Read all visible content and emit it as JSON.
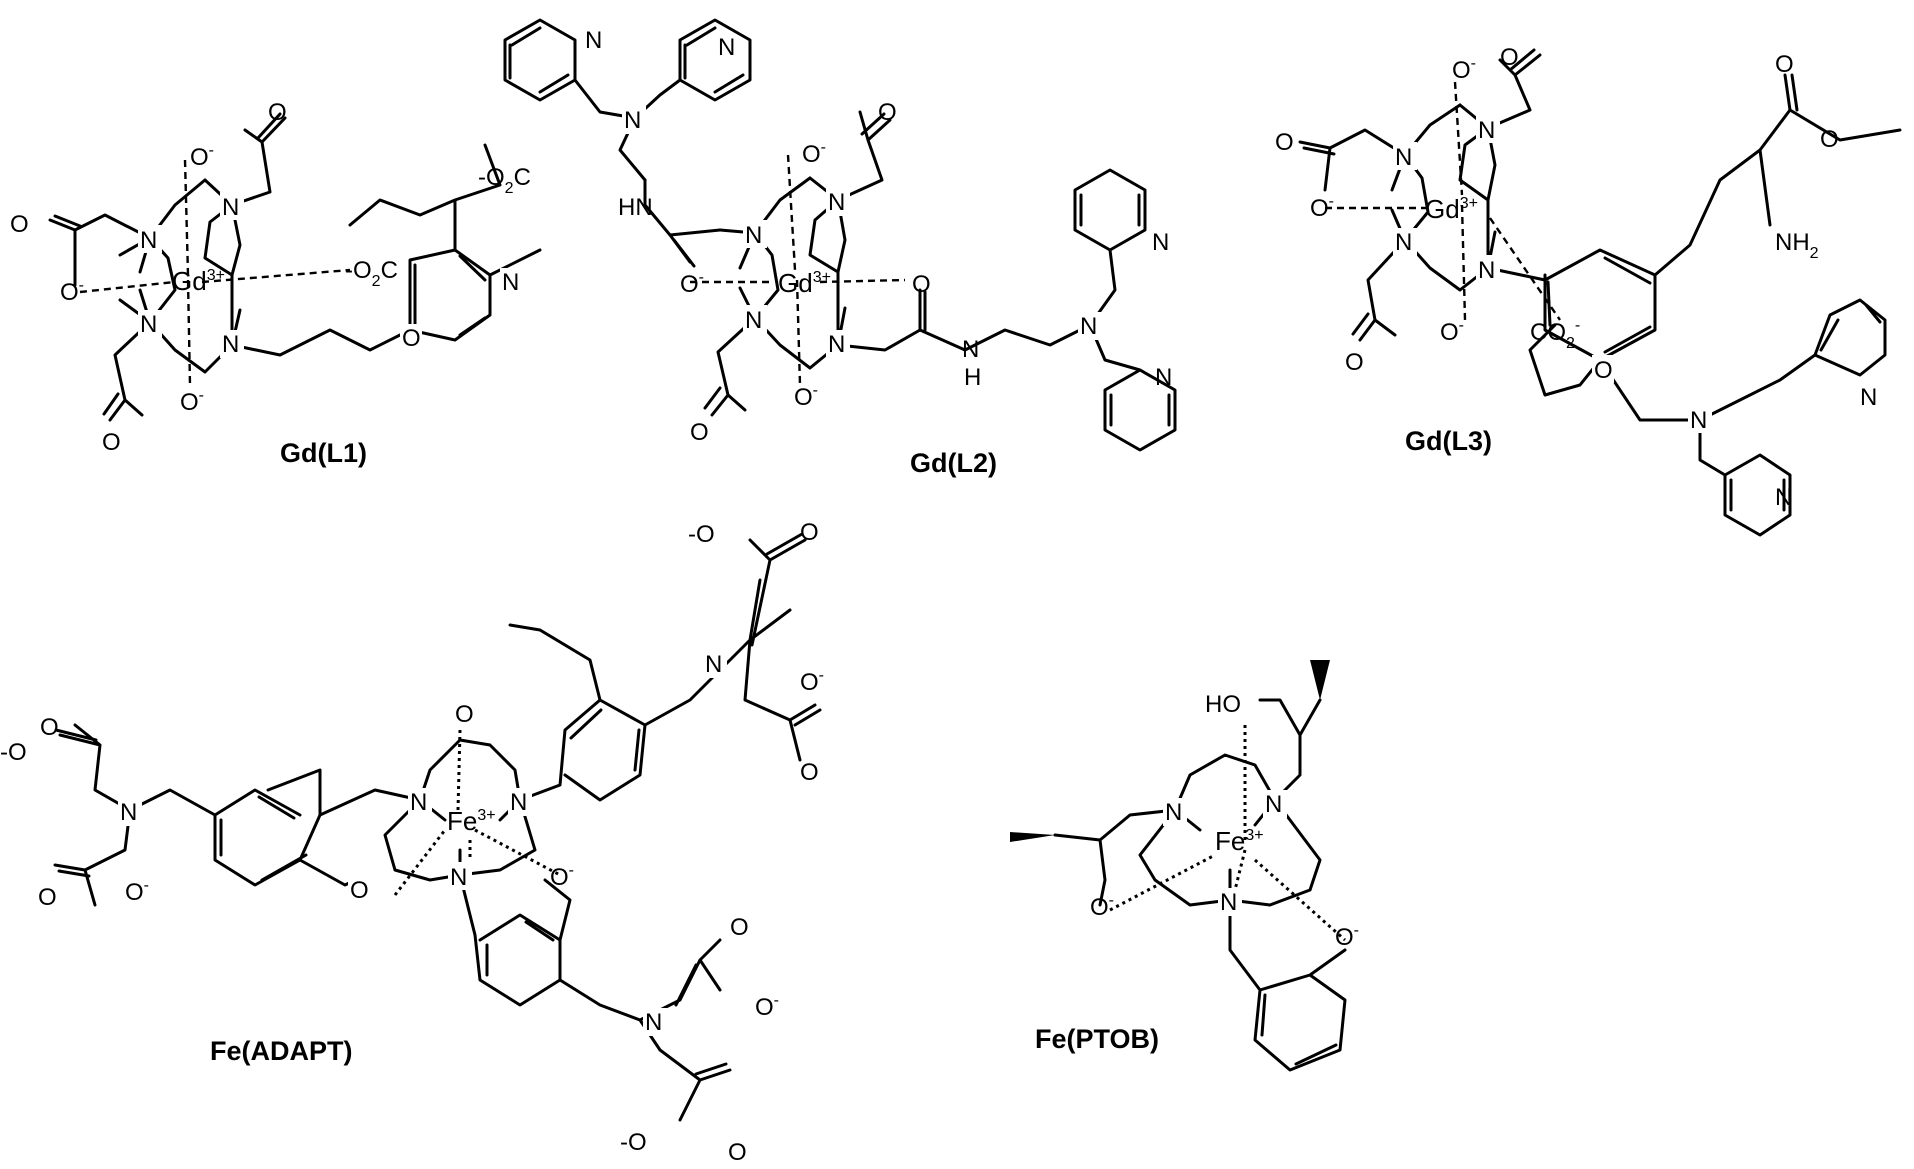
{
  "figure": {
    "background": "#ffffff",
    "ink": "#000000"
  },
  "compounds": [
    {
      "id": "gd-l1",
      "label": "Gd(L1)",
      "metal": "Gd",
      "charge": "3+"
    },
    {
      "id": "gd-l2",
      "label": "Gd(L2)",
      "metal": "Gd",
      "charge": "3+"
    },
    {
      "id": "gd-l3",
      "label": "Gd(L3)",
      "metal": "Gd",
      "charge": "3+"
    },
    {
      "id": "fe-adapt",
      "label": "Fe(ADAPT)",
      "metal": "Fe",
      "charge": "3+"
    },
    {
      "id": "fe-ptob",
      "label": "Fe(PTOB)",
      "metal": "Fe",
      "charge": "3+"
    }
  ],
  "atoms": {
    "N": "N",
    "O": "O",
    "O_minus": "O",
    "minus": "-",
    "HN": "HN",
    "H": "H",
    "NH2": "NH",
    "two": "2",
    "HO": "HO",
    "CO2": "CO",
    "O2C": "O",
    "C": "C",
    "minus_O2C": "-O",
    "O_dash": "-O",
    "minusO": "-O"
  }
}
